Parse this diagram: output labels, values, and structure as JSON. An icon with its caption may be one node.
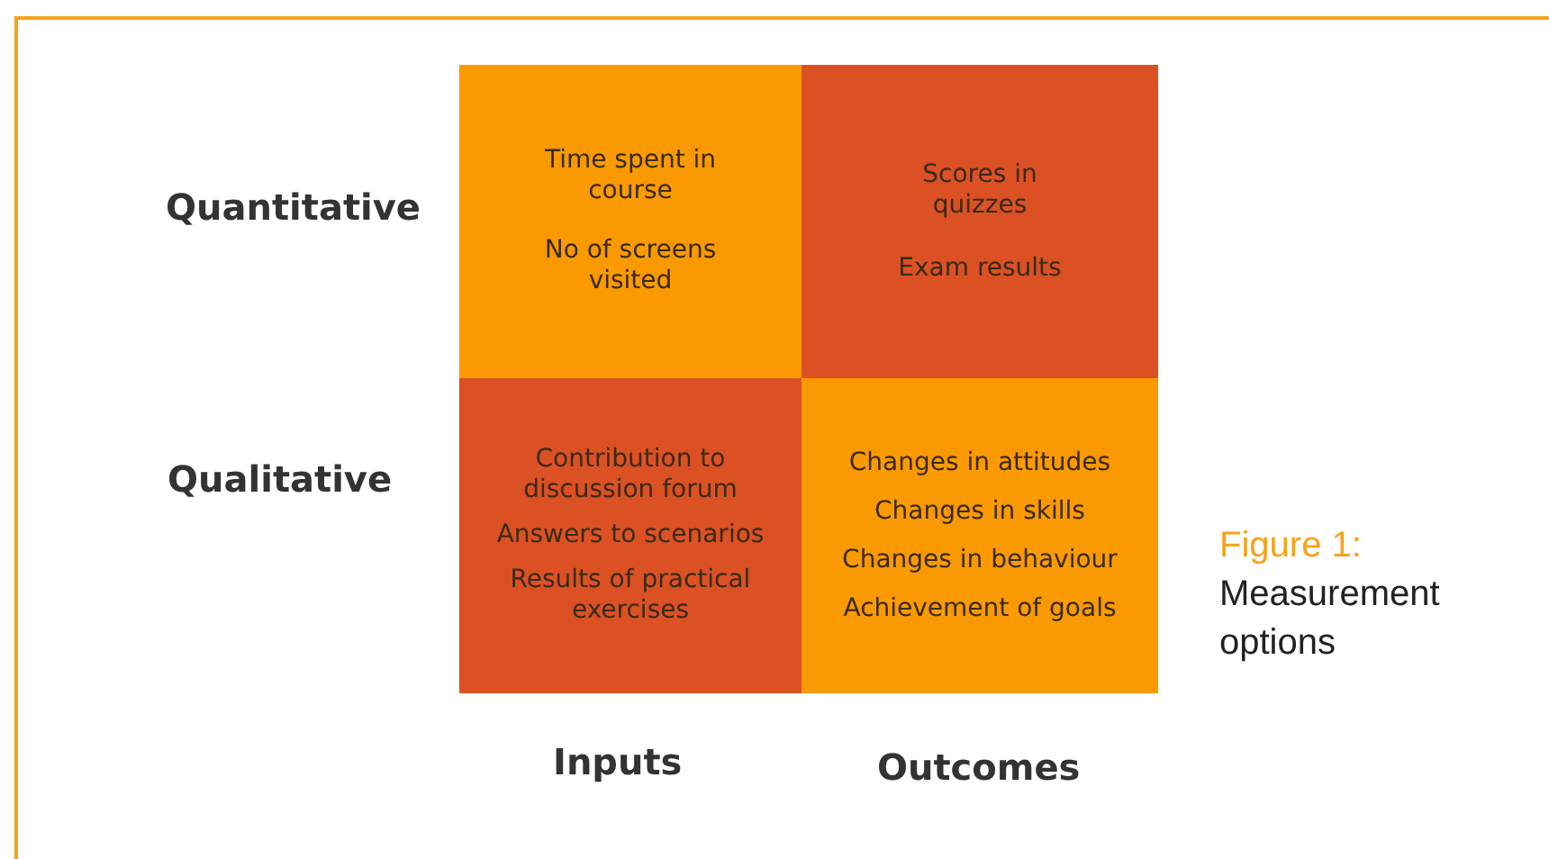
{
  "diagram": {
    "caption": "Figure 1: Measurement options",
    "nodes": [
      {
        "text": [
          "Time spent in course",
          "No of screens visited"
        ]
      },
      {
        "text": [
          "Scores in quizzes",
          "Exam results"
        ]
      },
      {
        "text": [
          "Contribution to discussion forum",
          "Answers to scenarios",
          "Results of practical exercises"
        ]
      },
      {
        "text": [
          "Changes in attitudes",
          "Changes in skills",
          "Changes in behaviour",
          "Achievement of goals"
        ]
      }
    ],
    "labels": [
      "Quantitative",
      "Qualitative",
      "Inputs",
      "Outcomes"
    ]
  }
}
